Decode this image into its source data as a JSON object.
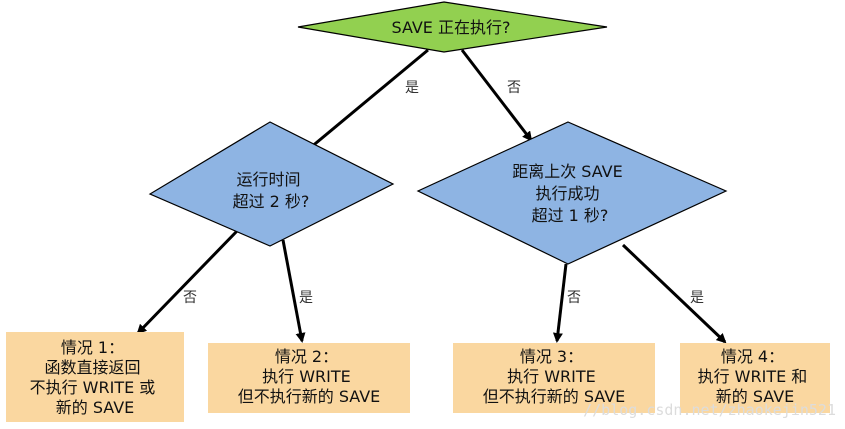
{
  "colors": {
    "top_decision": "#92D050",
    "decision": "#8EB4E3",
    "outcome": "#FAD7A0",
    "stroke": "#000000",
    "arrow": "#000000"
  },
  "decisions": {
    "top": {
      "lines": [
        "SAVE 正在执行?"
      ]
    },
    "left": {
      "lines": [
        "运行时间",
        "超过 2 秒?"
      ]
    },
    "right": {
      "lines": [
        "距离上次 SAVE",
        "执行成功",
        "超过 1 秒?"
      ]
    }
  },
  "edges": {
    "top_left": "是",
    "top_right": "否",
    "left_case1": "否",
    "left_case2": "是",
    "right_case3": "否",
    "right_case4": "是"
  },
  "outcomes": [
    {
      "lines": [
        "情况 1：",
        "函数直接返回",
        "不执行 WRITE 或",
        "新的 SAVE"
      ]
    },
    {
      "lines": [
        "情况 2：",
        "执行 WRITE",
        "但不执行新的 SAVE"
      ]
    },
    {
      "lines": [
        "情况 3：",
        "执行 WRITE",
        "但不执行新的 SAVE"
      ]
    },
    {
      "lines": [
        "情况 4：",
        "执行 WRITE 和",
        "新的 SAVE"
      ]
    }
  ],
  "watermark": "//blog.csdn.net/zhaokejin521"
}
